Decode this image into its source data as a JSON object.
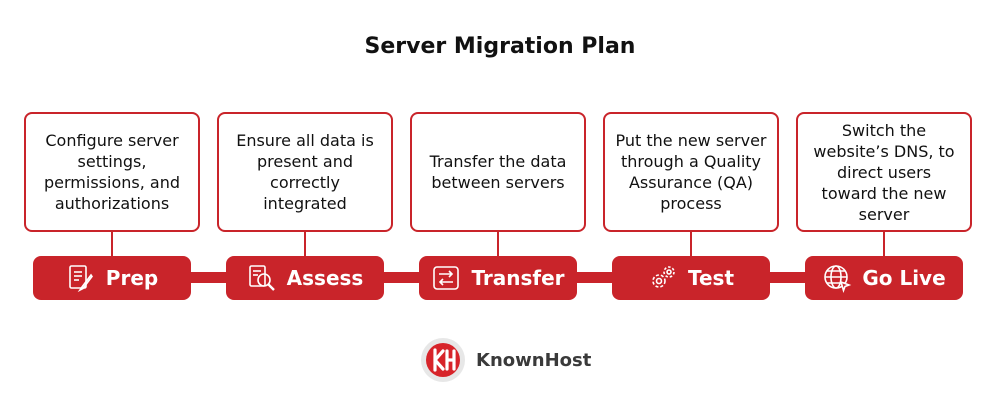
{
  "title": "Server Migration Plan",
  "steps": [
    {
      "label": "Prep",
      "description": "Configure server settings, permissions, and authorizations",
      "icon": "clipboard-pen-icon"
    },
    {
      "label": "Assess",
      "description": "Ensure all data is present and correctly integrated",
      "icon": "document-magnifier-icon"
    },
    {
      "label": "Transfer",
      "description": "Transfer the data between servers",
      "icon": "transfer-arrows-icon"
    },
    {
      "label": "Test",
      "description": "Put the new server through a Quality Assurance (QA) process",
      "icon": "gears-icon"
    },
    {
      "label": "Go Live",
      "description": "Switch the website’s DNS, to direct users toward the new server",
      "icon": "globe-cursor-icon"
    }
  ],
  "brand": {
    "name": "KnownHost",
    "logo_icon": "knownhost-logo-icon"
  },
  "colors": {
    "accent": "#c9242a",
    "text": "#111111",
    "background": "#ffffff"
  }
}
